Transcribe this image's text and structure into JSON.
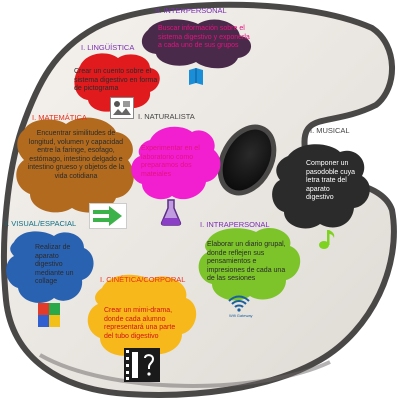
{
  "diagram": {
    "intelligences": [
      {
        "key": "interpersonal",
        "label": "II. INTERPERSONAL",
        "activity": "Buscar información sobre el sistema digestivo y exponerla a cada uno de sus grupos",
        "blob_color": "#4a2a4a",
        "icon": "book-icon"
      },
      {
        "key": "linguistica",
        "label": "I. LINGÜÍSTICA",
        "activity": "Crear un cuento sobre el sistema digestivo en forma de pictograma",
        "blob_color": "#e11a1e",
        "icon": "pictogram-icon"
      },
      {
        "key": "matematica",
        "label": "I. MATEMÁTICA",
        "activity": "Encuentrar similitudes de longitud, volumen y capacidad entre la faringe, esofago, estómago, intestino delgado e intestino grueso y objetos de la vida cotidiana",
        "blob_color": "#b16a1e",
        "icon": ""
      },
      {
        "key": "naturalista",
        "label": "I. NATURALISTA",
        "activity": "Experimentar en el laboratorio como preparamos dos mateiales",
        "blob_color": "#f21fd1",
        "icon": "flask-icon"
      },
      {
        "key": "musical",
        "label": "I. MUSICAL",
        "activity": "Componer un pasodoble cuya letra trate del aparato digestivo",
        "blob_color": "#2b2b2b",
        "icon": "music-note-icon"
      },
      {
        "key": "visual",
        "label": "I. VISUAL/ESPACIAL",
        "activity": "Realizar de aparato digestivo mediante un collage",
        "blob_color": "#2a62b2",
        "icon": "collage-icon"
      },
      {
        "key": "intrapersonal",
        "label": "I. INTRAPERSONAL",
        "activity": "Elaborar un diario grupal, donde reflejen sus pensamientos e impresiones de cada una de las sesiones",
        "blob_color": "#7cc42a",
        "icon": "wifi-icon"
      },
      {
        "key": "cinetica",
        "label": "I. CINÉTICA/CORPORAL",
        "activity": "Crear un mimi-drama, donde cada alumno representará una parte del tubo digestivo",
        "blob_color": "#f7b81c",
        "icon": "film-icon"
      }
    ],
    "icon_texts": {
      "wifi_caption": "Wifi Gateway"
    },
    "colors": {
      "palette": "#eeeae6",
      "palette_edge": "#4a4747",
      "label_red": "#e8321e",
      "activity_pink": "#e2127e"
    }
  }
}
